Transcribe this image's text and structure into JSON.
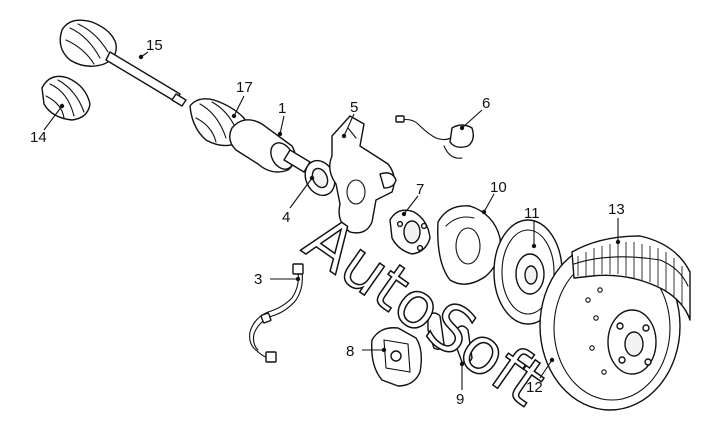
{
  "diagram": {
    "watermark": "AutoSoft",
    "callouts": [
      {
        "id": "1",
        "label": "1"
      },
      {
        "id": "3",
        "label": "3"
      },
      {
        "id": "4",
        "label": "4"
      },
      {
        "id": "5",
        "label": "5"
      },
      {
        "id": "6",
        "label": "6"
      },
      {
        "id": "7",
        "label": "7"
      },
      {
        "id": "8",
        "label": "8"
      },
      {
        "id": "9",
        "label": "9"
      },
      {
        "id": "10",
        "label": "10"
      },
      {
        "id": "11",
        "label": "11"
      },
      {
        "id": "12",
        "label": "12"
      },
      {
        "id": "13",
        "label": "13"
      },
      {
        "id": "14",
        "label": "14"
      },
      {
        "id": "15",
        "label": "15"
      },
      {
        "id": "17",
        "label": "17"
      }
    ]
  }
}
